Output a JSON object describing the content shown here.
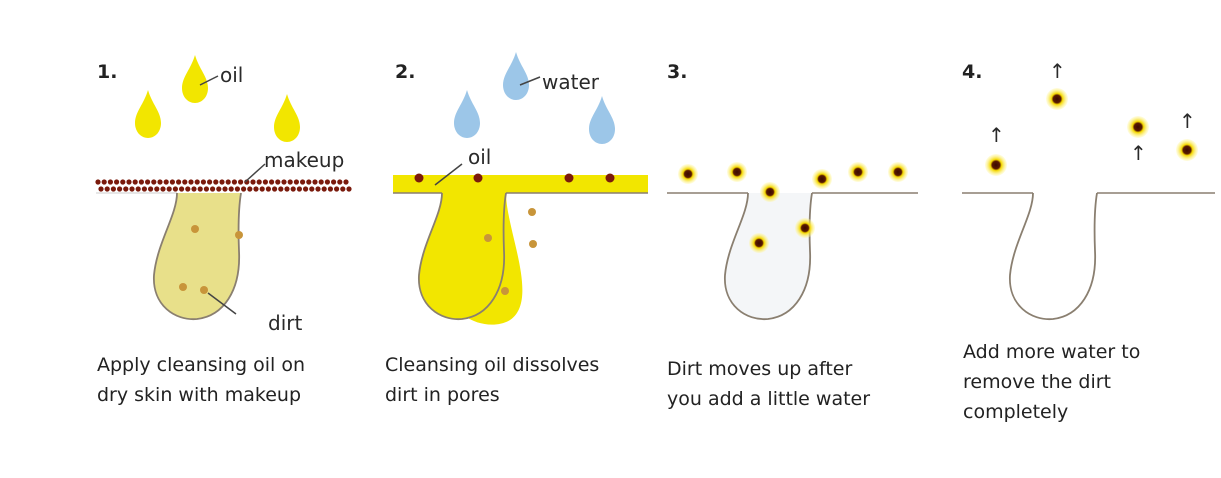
{
  "steps": [
    {
      "number": "1.",
      "labels": {
        "oil": "oil",
        "makeup": "makeup",
        "dirt": "dirt"
      },
      "caption": [
        "Apply cleansing oil on",
        "dry skin with makeup"
      ]
    },
    {
      "number": "2.",
      "labels": {
        "water": "water",
        "oil": "oil"
      },
      "caption": [
        "Cleansing oil dissolves",
        "dirt in pores"
      ]
    },
    {
      "number": "3.",
      "caption": [
        "Dirt moves up after",
        "you add a little water"
      ]
    },
    {
      "number": "4.",
      "arrow": "↑",
      "caption": [
        "Add more water to",
        "remove the dirt",
        "completely"
      ]
    }
  ],
  "colors": {
    "oil": "#f2e600",
    "oil_in_pore": "#e8e08a",
    "water": "#9cc6e8",
    "makeup": "#7a1a0c",
    "dirt": "#c8953a",
    "skin_line": "#8a7f70"
  }
}
